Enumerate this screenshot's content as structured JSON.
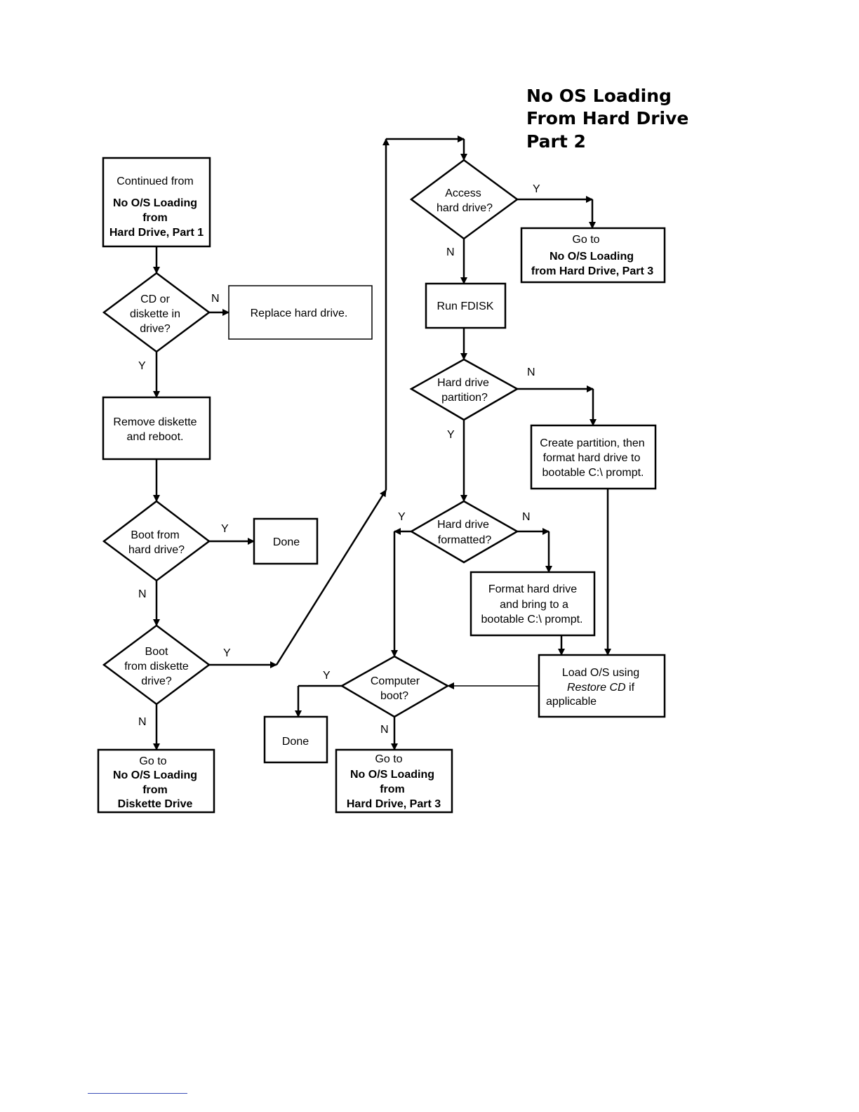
{
  "title": [
    "No OS Loading",
    "From Hard Drive",
    "Part 2"
  ],
  "nodes": {
    "continued": {
      "lines": [
        {
          "text": "Continued from",
          "style": "normal"
        },
        {
          "text": "No O/S Loading",
          "style": "bold"
        },
        {
          "text": "from",
          "style": "bold"
        },
        {
          "text": "Hard Drive, Part 1",
          "style": "bold"
        }
      ]
    },
    "cd_diskette": {
      "lines": [
        {
          "text": "CD or",
          "style": "normal"
        },
        {
          "text": "diskette in",
          "style": "normal"
        },
        {
          "text": "drive?",
          "style": "normal"
        }
      ]
    },
    "replace": {
      "lines": [
        {
          "text": "Replace hard drive.",
          "style": "normal"
        }
      ]
    },
    "remove": {
      "lines": [
        {
          "text": "Remove diskette",
          "style": "normal"
        },
        {
          "text": "and reboot.",
          "style": "normal"
        }
      ]
    },
    "boot_hd": {
      "lines": [
        {
          "text": "Boot from",
          "style": "normal"
        },
        {
          "text": "hard drive?",
          "style": "normal"
        }
      ]
    },
    "done1": {
      "lines": [
        {
          "text": "Done",
          "style": "normal"
        }
      ]
    },
    "boot_diskette": {
      "lines": [
        {
          "text": "Boot",
          "style": "normal"
        },
        {
          "text": "from diskette",
          "style": "normal"
        },
        {
          "text": "drive?",
          "style": "normal"
        }
      ]
    },
    "goto_diskette": {
      "lines": [
        {
          "text": "Go to",
          "style": "normal"
        },
        {
          "text": "No O/S Loading",
          "style": "bold"
        },
        {
          "text": "from",
          "style": "bold"
        },
        {
          "text": "Diskette Drive",
          "style": "bold"
        }
      ]
    },
    "access_hd": {
      "lines": [
        {
          "text": "Access",
          "style": "normal"
        },
        {
          "text": "hard drive?",
          "style": "normal"
        }
      ]
    },
    "goto_part3_top": {
      "lines": [
        {
          "text": "Go to",
          "style": "normal"
        },
        {
          "text": "No O/S Loading",
          "style": "bold"
        },
        {
          "text": "from Hard Drive, Part 3",
          "style": "bold"
        }
      ]
    },
    "run_fdisk": {
      "lines": [
        {
          "text": "Run FDISK",
          "style": "normal"
        }
      ]
    },
    "hd_partition": {
      "lines": [
        {
          "text": "Hard drive",
          "style": "normal"
        },
        {
          "text": "partition?",
          "style": "normal"
        }
      ]
    },
    "create_partition": {
      "lines": [
        {
          "text": "Create partition, then",
          "style": "normal"
        },
        {
          "text": "format hard drive to",
          "style": "normal"
        },
        {
          "text": "bootable C:\\ prompt.",
          "style": "normal"
        }
      ]
    },
    "hd_formatted": {
      "lines": [
        {
          "text": "Hard drive",
          "style": "normal"
        },
        {
          "text": "formatted?",
          "style": "normal"
        }
      ]
    },
    "format_hd": {
      "lines": [
        {
          "text": "Format hard drive",
          "style": "normal"
        },
        {
          "text": "and bring to a",
          "style": "normal"
        },
        {
          "text": "bootable C:\\ prompt.",
          "style": "normal"
        }
      ]
    },
    "load_os": {
      "lines": [
        {
          "text": "Load O/S using",
          "style": "normal"
        },
        {
          "text": "Restore CD",
          "style": "italic",
          "suffix": " if"
        },
        {
          "text": "applicable",
          "style": "normal"
        }
      ]
    },
    "computer_boot": {
      "lines": [
        {
          "text": "Computer",
          "style": "normal"
        },
        {
          "text": "boot?",
          "style": "normal"
        }
      ]
    },
    "done2": {
      "lines": [
        {
          "text": "Done",
          "style": "normal"
        }
      ]
    },
    "goto_part3_bottom": {
      "lines": [
        {
          "text": "Go to",
          "style": "normal"
        },
        {
          "text": "No O/S Loading",
          "style": "bold"
        },
        {
          "text": "from",
          "style": "bold"
        },
        {
          "text": "Hard Drive, Part 3",
          "style": "bold"
        }
      ]
    }
  },
  "edge_labels": {
    "cd_n": "N",
    "cd_y": "Y",
    "boot_hd_y": "Y",
    "boot_hd_n": "N",
    "boot_diskette_y": "Y",
    "boot_diskette_n": "N",
    "access_y": "Y",
    "access_n": "N",
    "partition_n": "N",
    "partition_y": "Y",
    "formatted_y": "Y",
    "formatted_n": "N",
    "computer_y": "Y",
    "computer_n": "N"
  }
}
